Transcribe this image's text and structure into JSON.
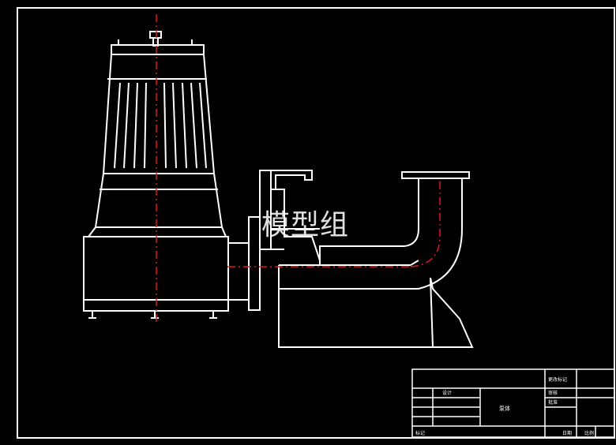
{
  "watermark": {
    "text": "模型组"
  },
  "title_block": {
    "drawing_name": "泵体",
    "revision_label": "更改标记",
    "approval_1": "审核",
    "approval_2": "批准",
    "designer": "设计",
    "footer_left": "标记",
    "footer_mid": "日期",
    "footer_right": "比例"
  },
  "colors": {
    "background": "#000000",
    "outline": "#ffffff",
    "centerline": "#e01818"
  }
}
